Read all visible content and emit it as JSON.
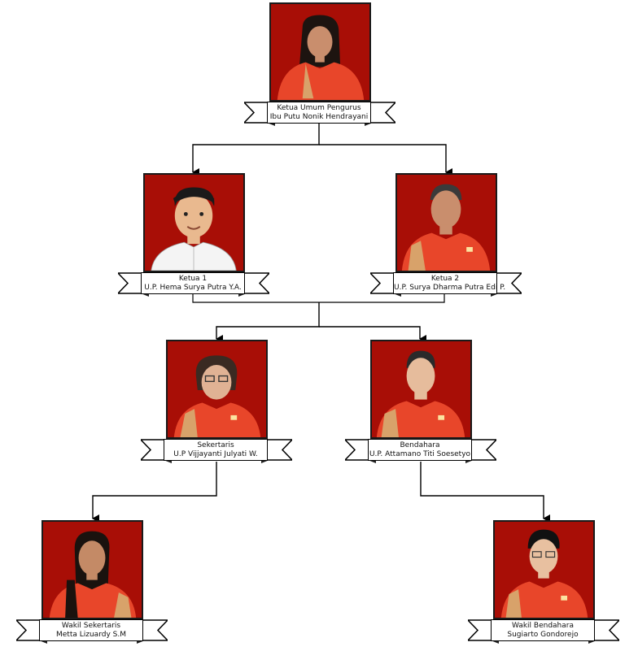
{
  "members": [
    {
      "id": "ketua-umum",
      "role": "Ketua Umum Pengurus",
      "name": "Ibu Putu Nonik Hendrayani"
    },
    {
      "id": "ketua-1",
      "role": "Ketua 1",
      "name": "U.P. Hema Surya Putra Y.A."
    },
    {
      "id": "ketua-2",
      "role": "Ketua 2",
      "name": "U.P. Surya Dharma Putra Edi P."
    },
    {
      "id": "sekertaris",
      "role": "Sekertaris",
      "name": "U.P Vijjayanti Julyati W."
    },
    {
      "id": "bendahara",
      "role": "Bendahara",
      "name": "U.P. Attamano Titi Soesetyo"
    },
    {
      "id": "wakil-sekertaris",
      "role": "Wakil Sekertaris",
      "name": "Metta Lizuardy S.M"
    },
    {
      "id": "wakil-bendahara",
      "role": "Wakil Bendahara",
      "name": "Sugiarto Gondorejo"
    }
  ],
  "colors": {
    "photo_background": "#a80e06",
    "shirt": "#e8462a",
    "line": "#000000"
  }
}
